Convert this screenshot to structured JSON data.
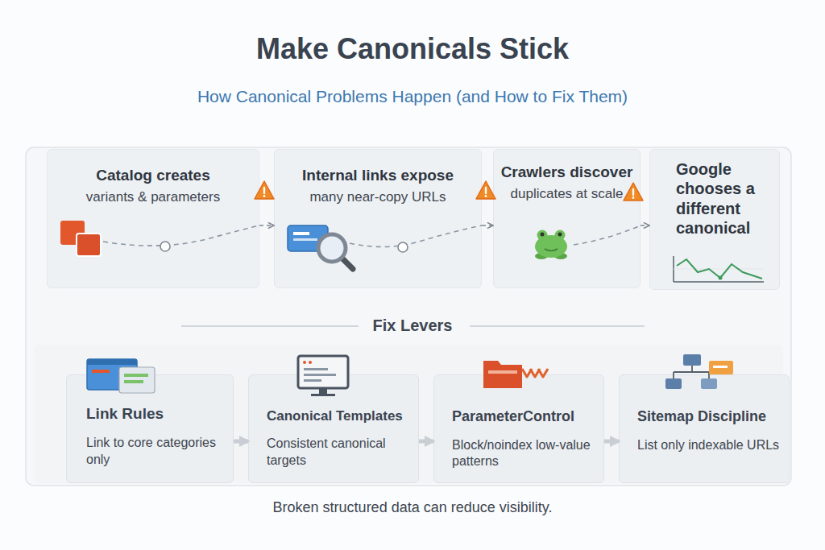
{
  "diagram": {
    "title": "Make Canonicals Stick",
    "caption": "Broken structured data can reduce visibility.",
    "nodes": [
      {
        "text": [
          "Catalog creates",
          "variants & parameters"
        ]
      },
      {
        "text": [
          "Internal links expose",
          "many near-copy URLs"
        ]
      },
      {
        "text": [
          "Crawlers discover",
          "duplicates at scale"
        ]
      },
      {
        "text": [
          "Google chooses a different canonical"
        ]
      },
      {
        "text": [
          "Link Rules",
          "Link to core categories only"
        ]
      },
      {
        "text": [
          "Canonical Templates",
          "Consistent canonical targets"
        ]
      },
      {
        "text": [
          "ParameterControl",
          "Block/noindex low-value patterns"
        ]
      },
      {
        "text": [
          "Sitemap Discipline",
          "List only indexable URLs"
        ]
      }
    ],
    "edges": [
      {
        "from": 0,
        "to": 1,
        "arrow": "to"
      },
      {
        "from": 1,
        "to": 2,
        "arrow": "to"
      },
      {
        "from": 2,
        "to": 3,
        "arrow": "to"
      },
      {
        "from": 4,
        "to": 5,
        "arrow": "to"
      },
      {
        "from": 5,
        "to": 6,
        "arrow": "to"
      },
      {
        "from": 6,
        "to": 7,
        "arrow": "to"
      }
    ],
    "labels": [
      "How Canonical Problems Happen (and How to Fix Them)",
      "Fix Levers"
    ]
  }
}
